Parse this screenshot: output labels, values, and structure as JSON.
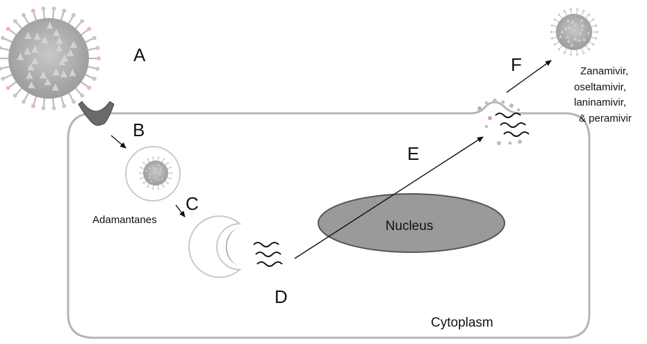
{
  "steps": {
    "a": "A",
    "b": "B",
    "c": "C",
    "d": "D",
    "e": "E",
    "f": "F"
  },
  "labels": {
    "nucleus": "Nucleus",
    "cytoplasm": "Cytoplasm",
    "adamantanes": "Adamantanes",
    "inhibitors": [
      "Zanamivir,",
      "oseltamivir,",
      "laninamivir,",
      "& peramivir"
    ]
  },
  "colors": {
    "cell_outline": "#b5b5b5",
    "nucleus_fill": "#9a9a9a",
    "virus_core": "#a9a9a9",
    "receptor": "#666666"
  }
}
